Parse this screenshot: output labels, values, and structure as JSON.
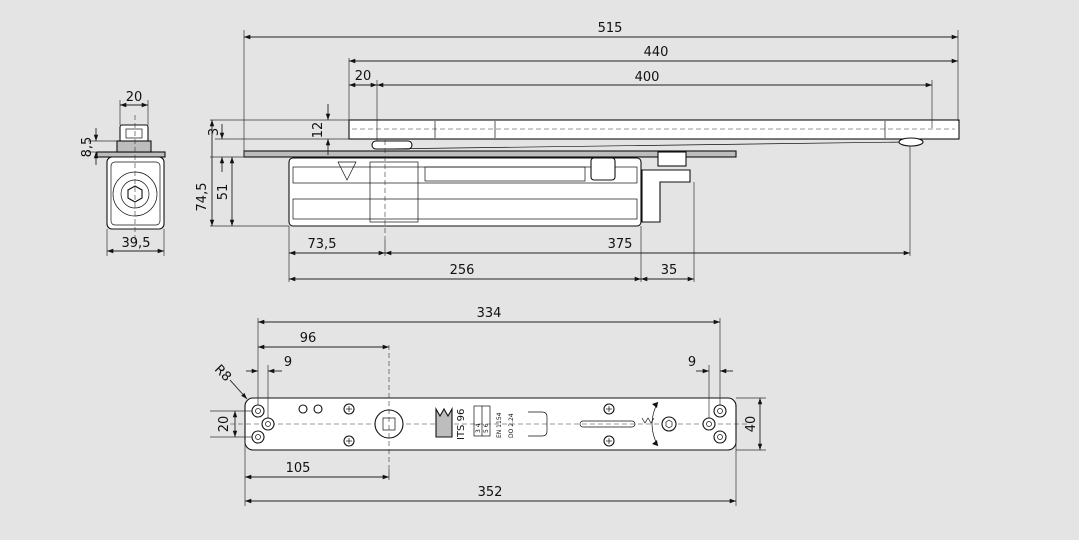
{
  "colors": {
    "background": "#e4e4e4",
    "line": "#111111",
    "part_fill": "#ffffff"
  },
  "top_view_dims": {
    "d515": "515",
    "d440": "440",
    "d20": "20",
    "d400": "400",
    "d12": "12",
    "d3": "3",
    "d74_5": "74,5",
    "d51": "51",
    "d73_5": "73,5",
    "d256": "256",
    "d375": "375",
    "d35": "35"
  },
  "side_view_dims": {
    "d20": "20",
    "d8_5": "8,5",
    "d39_5": "39,5"
  },
  "bottom_view_dims": {
    "d334": "334",
    "d96": "96",
    "d9_left": "9",
    "d9_right": "9",
    "r8": "R8",
    "d20": "20",
    "d40": "40",
    "d105": "105",
    "d352": "352"
  },
  "plate_labels": {
    "model": "ITS 96",
    "standard": "EN 1154",
    "size_code": "DO 2.24",
    "sizes_top": "3 4",
    "sizes_bottom": "5 6"
  }
}
